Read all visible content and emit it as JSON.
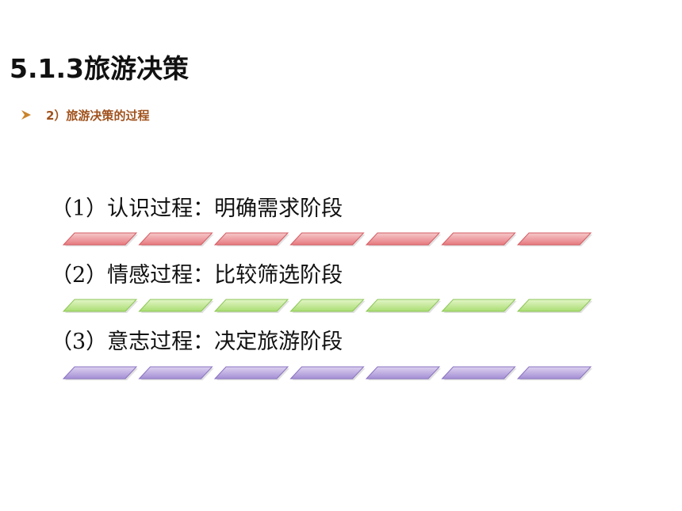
{
  "title": "5.1.3旅游决策",
  "bullet": {
    "icon": "arrowhead-bullet-icon",
    "text": "2）旅游决策的过程"
  },
  "stages": [
    {
      "label": "（1）认识过程：明确需求阶段",
      "bar_color": "red",
      "segments": 7
    },
    {
      "label": "（2）情感过程：比较筛选阶段",
      "bar_color": "green",
      "segments": 7
    },
    {
      "label": "（3）意志过程：决定旅游阶段",
      "bar_color": "purple",
      "segments": 7
    }
  ],
  "colors": {
    "bullet_text": "#a0521d",
    "bullet_arrow": "#c9842a",
    "red_top": "#f6c9cb",
    "red_bottom": "#e77a80",
    "red_edge": "#d45c62",
    "green_top": "#e4f6c8",
    "green_bottom": "#a9dd72",
    "green_edge": "#8cc656",
    "purple_top": "#ddd2f0",
    "purple_bottom": "#a48fd3",
    "purple_edge": "#8a73c2"
  }
}
